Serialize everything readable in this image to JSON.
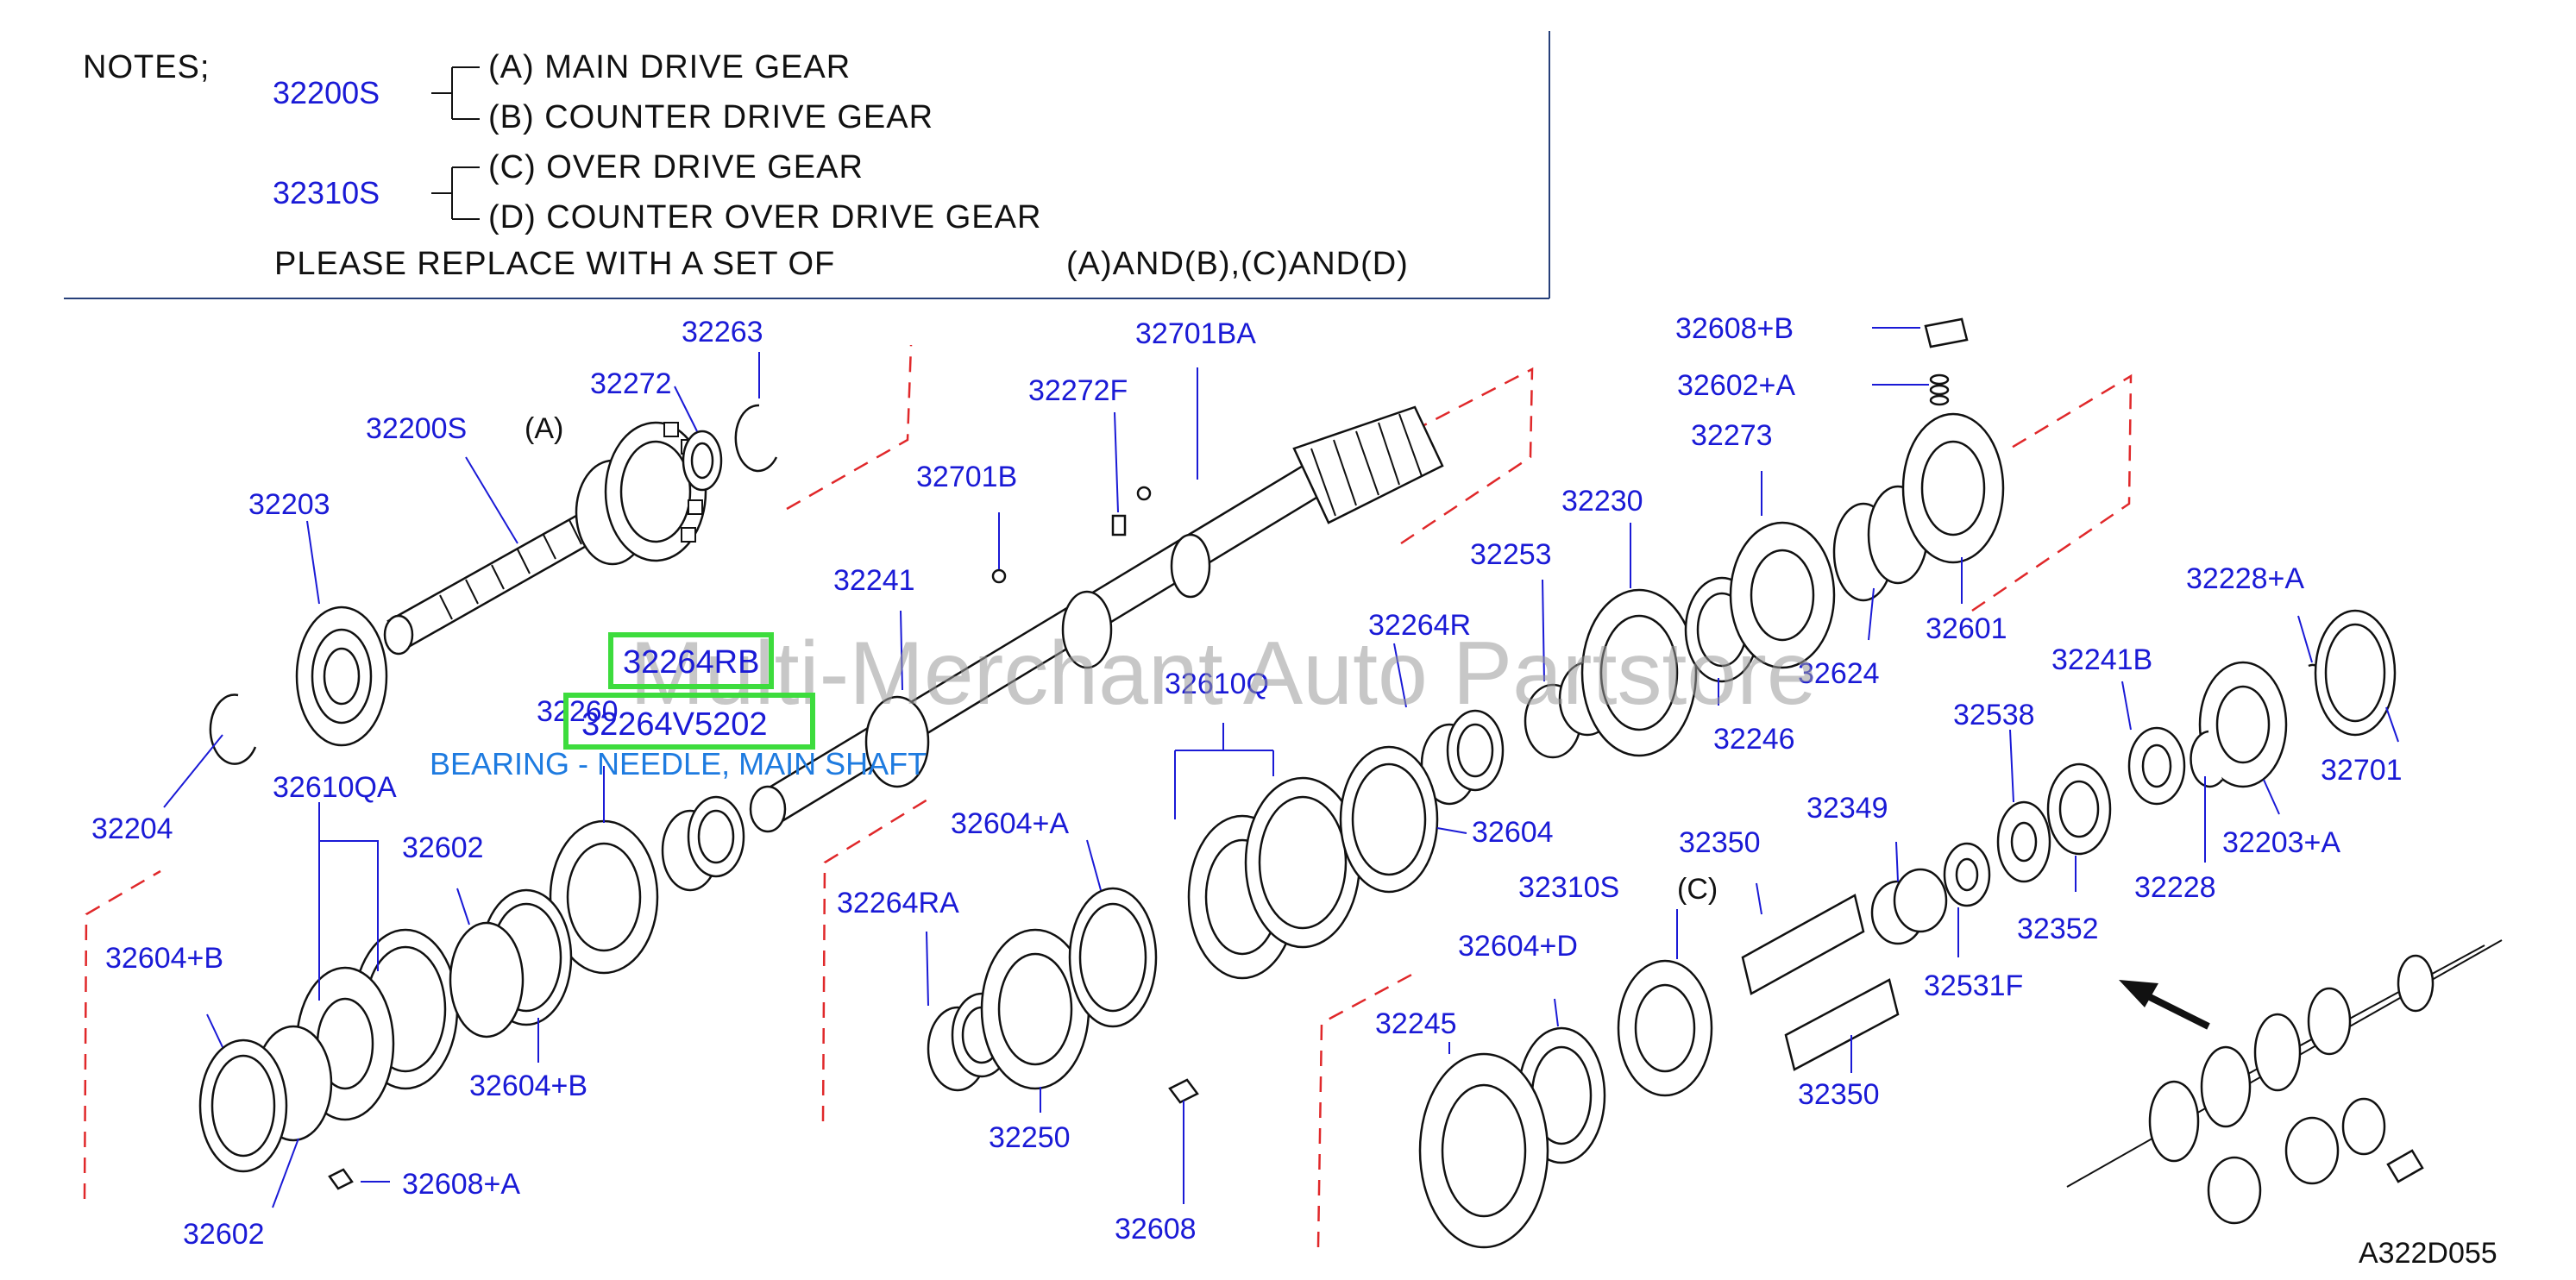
{
  "notes": {
    "header": "NOTES;",
    "group1_code": "32200S",
    "group1_a": "(A)  MAIN  DRIVE  GEAR",
    "group1_b": "(B)  COUNTER  DRIVE  GEAR",
    "group2_code": "32310S",
    "group2_c": "(C)  OVER  DRIVE  GEAR",
    "group2_d": "(D)  COUNTER  OVER  DRIVE  GEAR",
    "replace_text": "PLEASE  REPLACE  WITH  A  SET  OF",
    "replace_sets": "(A)AND(B),(C)AND(D)"
  },
  "watermark": "Multi-Merchant Auto Partstore",
  "highlight": {
    "part_rb": "32264RB",
    "part_v": "32264V5202",
    "description": "BEARING - NEEDLE, MAIN SHAFT"
  },
  "diagram_code": "A322D055",
  "labels": {
    "l32263": "32263",
    "l32272": "32272",
    "l32200S": "32200S",
    "lA": "(A)",
    "l32203": "32203",
    "l32204": "32204",
    "l32610QA": "32610QA",
    "l32602a": "32602",
    "l32260": "32260",
    "l32604B": "32604+B",
    "l32604Bb": "32604+B",
    "l32602b": "32602",
    "l32608A": "32608+A",
    "l32241": "32241",
    "l32701B": "32701B",
    "l32272F": "32272F",
    "l32701BA": "32701BA",
    "l32264RA": "32264RA",
    "l32604A": "32604+A",
    "l32610Q": "32610Q",
    "l32250": "32250",
    "l32608": "32608",
    "l32264R": "32264R",
    "l32253": "32253",
    "l32230": "32230",
    "l32604": "32604",
    "l32273": "32273",
    "l32608B": "32608+B",
    "l32602A": "32602+A",
    "l32601": "32601",
    "l32624": "32624",
    "l32246": "32246",
    "l32310S": "32310S",
    "lC": "(C)",
    "l32350a": "32350",
    "l32349": "32349",
    "l32604D": "32604+D",
    "l32245": "32245",
    "l32350b": "32350",
    "l32531F": "32531F",
    "l32538": "32538",
    "l32352": "32352",
    "l32241B": "32241B",
    "l32228": "32228",
    "l32228A": "32228+A",
    "l32203A": "32203+A",
    "l32701": "32701"
  }
}
